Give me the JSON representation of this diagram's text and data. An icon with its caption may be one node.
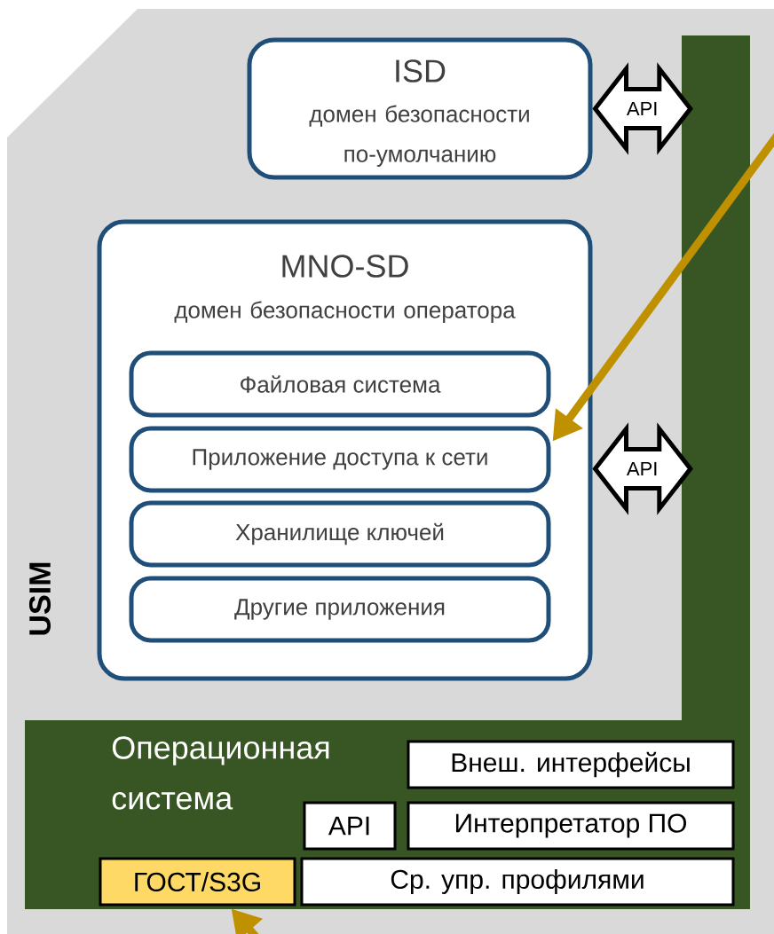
{
  "diagram": {
    "nodes": [
      {
        "text": [
          "USIM"
        ]
      },
      {
        "text": [
          "ISD",
          "домен безопасности по-умолчанию"
        ],
        "in": 0
      },
      {
        "text": [
          "MNO-SD",
          "домен безопасности оператора"
        ],
        "in": 0
      },
      {
        "text": [
          "Файловая система"
        ],
        "in": 2
      },
      {
        "text": [
          "Приложение доступа к сети"
        ],
        "in": 2
      },
      {
        "text": [
          "Хранилище ключей"
        ],
        "in": 2
      },
      {
        "text": [
          "Другие приложения"
        ],
        "in": 2
      },
      {
        "text": [],
        "shape": "bar",
        "in": 0
      },
      {
        "text": [
          "Операционная система"
        ],
        "in": 0
      },
      {
        "text": [
          "Внеш. интерфейсы"
        ],
        "in": 8
      },
      {
        "text": [
          "API"
        ],
        "in": 8
      },
      {
        "text": [
          "Интерпретатор ПО"
        ],
        "in": 8
      },
      {
        "text": [
          "ГОСТ/S3G"
        ],
        "in": 8
      },
      {
        "text": [
          "Ср. упр. профилями"
        ],
        "in": 8
      }
    ],
    "edges": [
      {
        "from": 1,
        "to": 7,
        "arrow": "both",
        "label": "API"
      },
      {
        "from": 2,
        "to": 7,
        "arrow": "both",
        "label": "API"
      },
      {
        "from": null,
        "to": 4,
        "arrow": "to",
        "color": "#bf9000"
      },
      {
        "from": null,
        "to": 12,
        "arrow": "to",
        "color": "#bf9000"
      }
    ]
  }
}
